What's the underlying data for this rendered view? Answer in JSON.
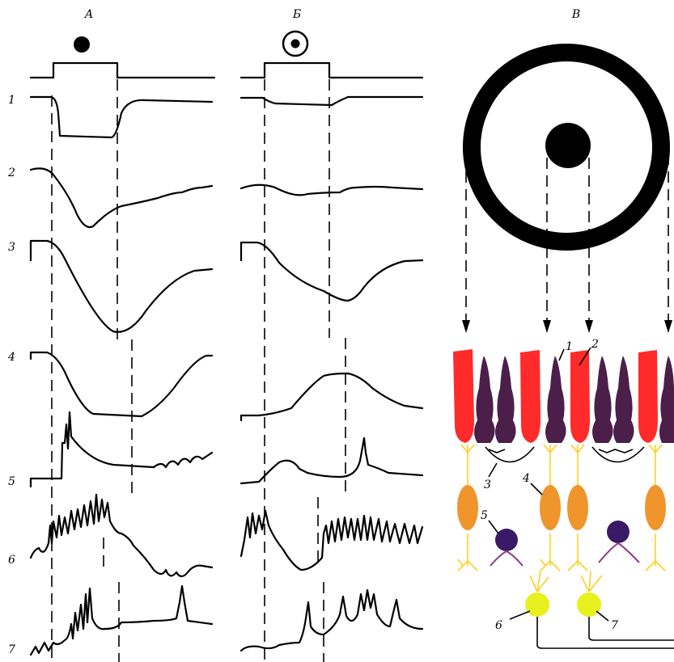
{
  "columns": {
    "a": "А",
    "b": "Б",
    "c": "В"
  },
  "trace_labels": [
    "1",
    "2",
    "3",
    "4",
    "5",
    "6",
    "7"
  ],
  "cell_labels": [
    "1",
    "2",
    "3",
    "4",
    "5",
    "6",
    "7"
  ],
  "colors": {
    "cone": "#ff2a2a",
    "rod": "#4b1f4a",
    "bipolar": "#f0952c",
    "amacrine": "#3a1a66",
    "ganglion": "#e8f020",
    "dendrite": "#ffd020"
  },
  "stimuli": {
    "a": "spot-icon",
    "b": "annulus-icon",
    "c": "ring-target-icon"
  }
}
